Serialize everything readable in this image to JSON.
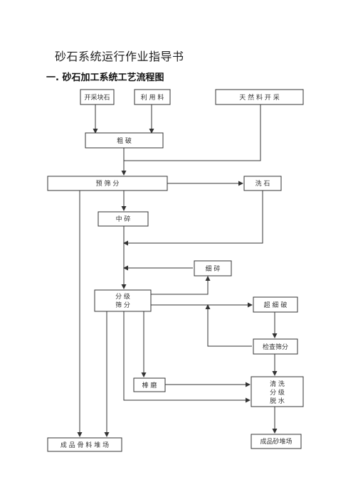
{
  "title": "砂石系统运行作业指导书",
  "section": "一. 砂石加工系统工艺流程图",
  "nodes": {
    "quarry": "开采块石",
    "reuse": "利 用 料",
    "natural": "天  然  料  开  采",
    "coarse": "粗        破",
    "prescreen": "预        筛        分",
    "washstone": "洗   石",
    "medium": "中    碎",
    "fine": "细     碎",
    "classify1": "分     级",
    "classify2": "筛     分",
    "superfine": "超 细 破",
    "inspect": "检查筛分",
    "rodmill": "棒 磨",
    "wash1": "清      洗",
    "wash2": "分      级",
    "wash3": "脱      水",
    "coarse_yard": "成 品 骨 料 堆 场",
    "sand_yard": "成品砂堆场"
  }
}
